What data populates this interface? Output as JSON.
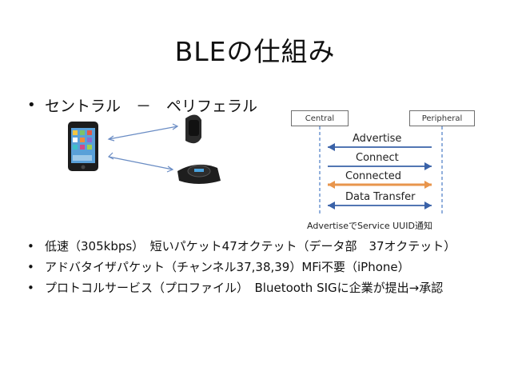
{
  "slide": {
    "title": "BLEの仕組み",
    "intro_bullet": "セントラル　－　ペリフェラル",
    "bullets": [
      "低速（305kbps）　短いパケット47オクテット（データ部　37オクテット）",
      "アドバタイザパケット（チャンネル37,38,39）MFi不要（iPhone）",
      "プロトコルサービス（プロファイル）　Bluetooth SIGに企業が提出→承認"
    ],
    "bullet_glyph": "•"
  },
  "diagram": {
    "central_label": "Central",
    "peripheral_label": "Peripheral",
    "messages": [
      {
        "label": "Advertise",
        "direction": "to-central",
        "color": "#3a62a8"
      },
      {
        "label": "Connect",
        "direction": "to-peripheral",
        "color": "#3a62a8"
      },
      {
        "label": "Connected",
        "direction": "both",
        "color": "#e8954c"
      },
      {
        "label": "Data Transfer",
        "direction": "both",
        "color": "#3a62a8"
      }
    ],
    "note": "AdvertiseでService UUID通知",
    "lifeline_color": "#4a7cc4"
  }
}
